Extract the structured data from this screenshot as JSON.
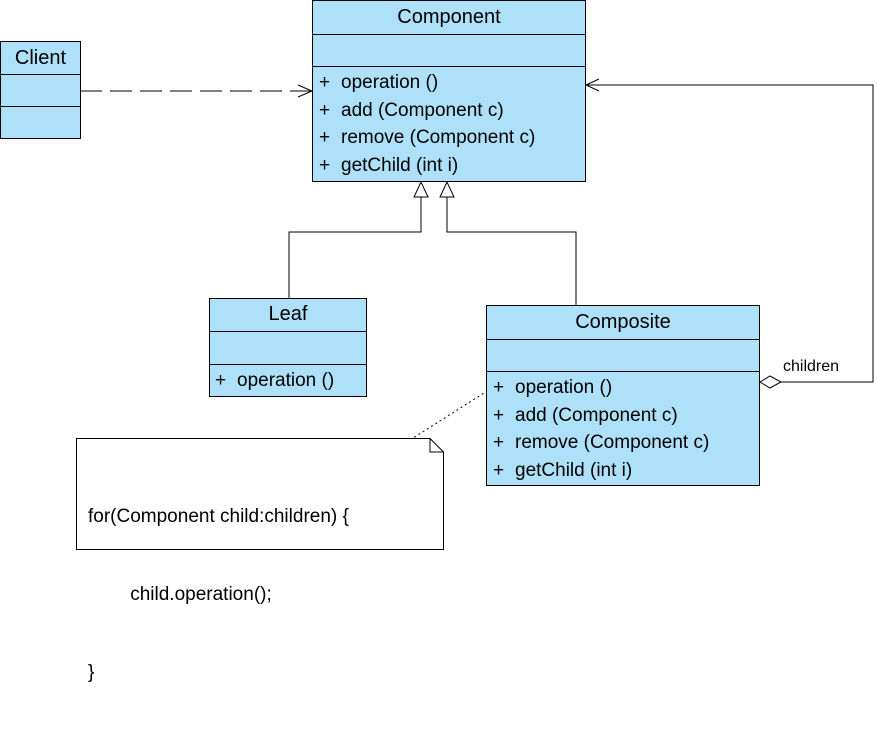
{
  "client": {
    "name": "Client"
  },
  "component": {
    "name": "Component",
    "operations": [
      {
        "vis": "+",
        "text": "operation ()"
      },
      {
        "vis": "+",
        "text": "add (Component c)"
      },
      {
        "vis": "+",
        "text": "remove (Component c)"
      },
      {
        "vis": "+",
        "text": "getChild (int i)"
      }
    ]
  },
  "leaf": {
    "name": "Leaf",
    "operations": [
      {
        "vis": "+",
        "text": "operation ()"
      }
    ]
  },
  "composite": {
    "name": "Composite",
    "operations": [
      {
        "vis": "+",
        "text": "operation ()"
      },
      {
        "vis": "+",
        "text": "add (Component c)"
      },
      {
        "vis": "+",
        "text": "remove (Component c)"
      },
      {
        "vis": "+",
        "text": "getChild (int i)"
      }
    ]
  },
  "aggregation_label": "children",
  "note": {
    "lines": [
      "for(Component child:children) {",
      "        child.operation();",
      "}"
    ]
  },
  "colors": {
    "class_fill": "#aee0f9",
    "line": "#000000"
  }
}
